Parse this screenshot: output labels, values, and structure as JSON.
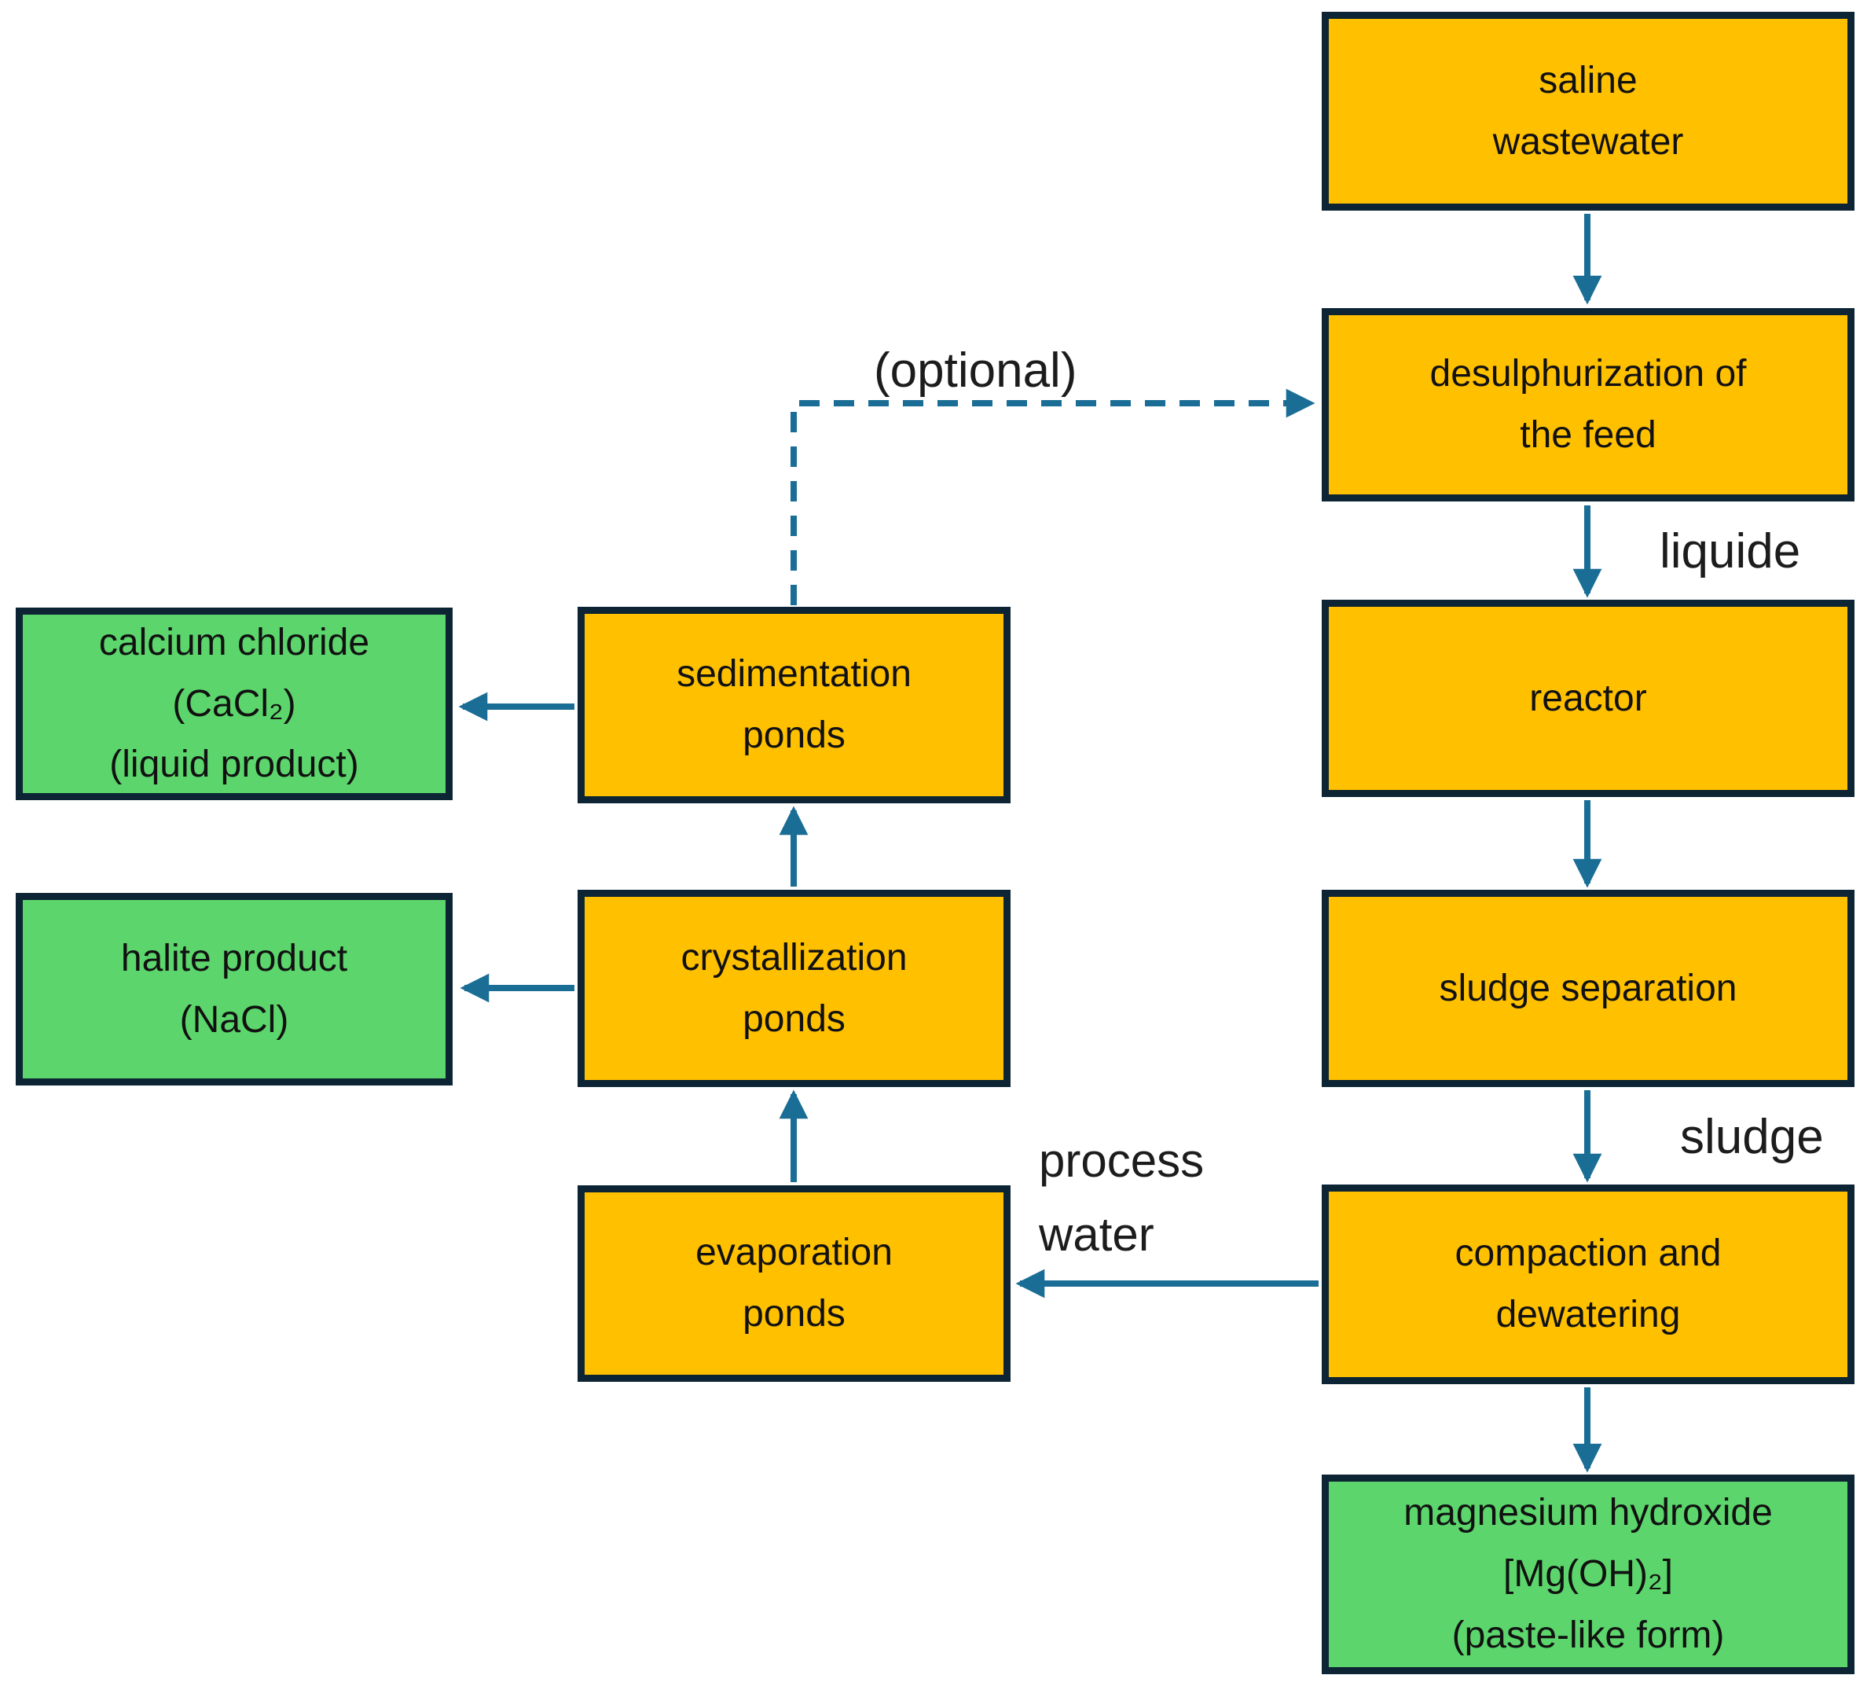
{
  "boxes": {
    "saline": {
      "type": "process",
      "lines": [
        "saline",
        "wastewater"
      ]
    },
    "desulphurization": {
      "type": "process",
      "lines": [
        "desulphurization of",
        "the feed"
      ]
    },
    "reactor": {
      "type": "process",
      "lines": [
        "reactor"
      ]
    },
    "sludge_separation": {
      "type": "process",
      "lines": [
        "sludge separation"
      ]
    },
    "compaction": {
      "type": "process",
      "lines": [
        "compaction and",
        "dewatering"
      ]
    },
    "magnesium": {
      "type": "product",
      "lines": [
        "magnesium hydroxide",
        "[Mg(OH)₂]",
        "(paste-like form)"
      ]
    },
    "sedimentation": {
      "type": "process",
      "lines": [
        "sedimentation",
        "ponds"
      ]
    },
    "crystallization": {
      "type": "process",
      "lines": [
        "crystallization",
        "ponds"
      ]
    },
    "evaporation": {
      "type": "process",
      "lines": [
        "evaporation",
        "ponds"
      ]
    },
    "calcium_chloride": {
      "type": "product",
      "lines": [
        "calcium chloride",
        "(CaCl₂)",
        "(liquid product)"
      ]
    },
    "halite": {
      "type": "product",
      "lines": [
        "halite product",
        "(NaCl)"
      ]
    }
  },
  "labels": {
    "optional": "(optional)",
    "liquide": "liquide",
    "sludge": "sludge",
    "process_water": {
      "line1": "process",
      "line2": "water"
    }
  },
  "edges": [
    {
      "from": "saline",
      "to": "desulphurization",
      "style": "solid"
    },
    {
      "from": "desulphurization",
      "to": "reactor",
      "style": "solid",
      "label": "liquide"
    },
    {
      "from": "reactor",
      "to": "sludge_separation",
      "style": "solid"
    },
    {
      "from": "sludge_separation",
      "to": "compaction",
      "style": "solid",
      "label": "sludge"
    },
    {
      "from": "compaction",
      "to": "magnesium",
      "style": "solid"
    },
    {
      "from": "compaction",
      "to": "evaporation",
      "style": "solid",
      "label": "process water"
    },
    {
      "from": "evaporation",
      "to": "crystallization",
      "style": "solid"
    },
    {
      "from": "crystallization",
      "to": "sedimentation",
      "style": "solid"
    },
    {
      "from": "crystallization",
      "to": "halite",
      "style": "solid"
    },
    {
      "from": "sedimentation",
      "to": "calcium_chloride",
      "style": "solid"
    },
    {
      "from": "sedimentation",
      "to": "desulphurization",
      "style": "dashed",
      "label": "(optional)"
    }
  ],
  "colors": {
    "process_fill": "#ffc000",
    "product_fill": "#5cd56c",
    "box_border": "#0c2433",
    "arrow": "#1a6e96",
    "text": "#111111"
  }
}
